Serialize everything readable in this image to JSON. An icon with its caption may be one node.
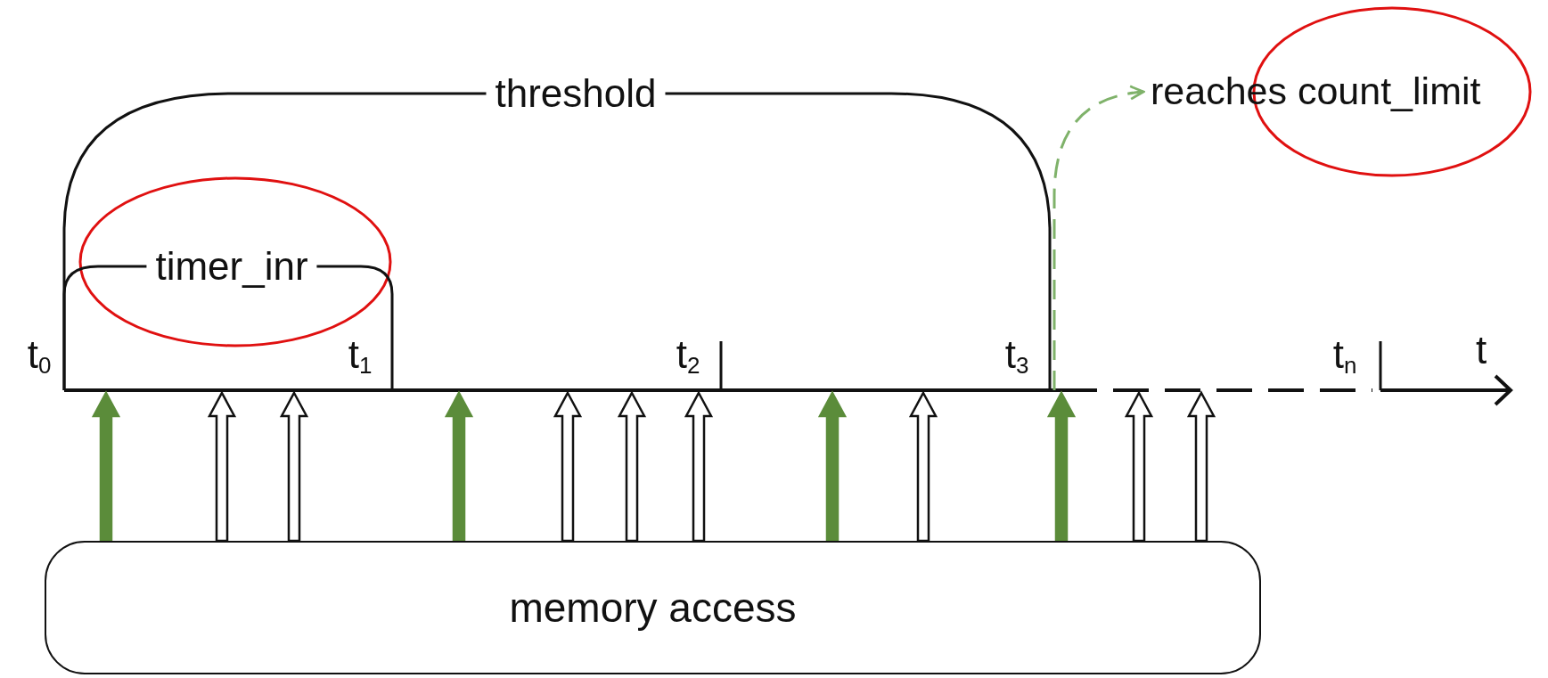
{
  "diagram": {
    "nodes": [
      {
        "text": [
          "memory access"
        ]
      },
      {
        "text": [
          "reaches count_limit"
        ]
      }
    ],
    "edges": [
      {
        "from": 0,
        "to": null,
        "arrow": "to",
        "color": "#5b8c3a"
      },
      {
        "from": 0,
        "to": null,
        "arrow": "to"
      },
      {
        "from": 0,
        "to": null,
        "arrow": "to"
      },
      {
        "from": 0,
        "to": null,
        "arrow": "to",
        "color": "#5b8c3a"
      },
      {
        "from": 0,
        "to": null,
        "arrow": "to"
      },
      {
        "from": 0,
        "to": null,
        "arrow": "to"
      },
      {
        "from": 0,
        "to": null,
        "arrow": "to"
      },
      {
        "from": 0,
        "to": null,
        "arrow": "to",
        "color": "#5b8c3a"
      },
      {
        "from": 0,
        "to": null,
        "arrow": "to"
      },
      {
        "from": 0,
        "to": null,
        "arrow": "to",
        "color": "#5b8c3a"
      },
      {
        "from": 0,
        "to": null,
        "arrow": "to"
      },
      {
        "from": 0,
        "to": null,
        "arrow": "to"
      },
      {
        "from": null,
        "to": 1,
        "arrow": "to",
        "style": "dashed",
        "color": "#7fb26a"
      }
    ],
    "labels": [
      "threshold",
      "timer_inr",
      "t$_{0}$",
      "t$_{1}$",
      "t$_{2}$",
      "t$_{3}$",
      "t$_{n}$",
      "t"
    ]
  }
}
